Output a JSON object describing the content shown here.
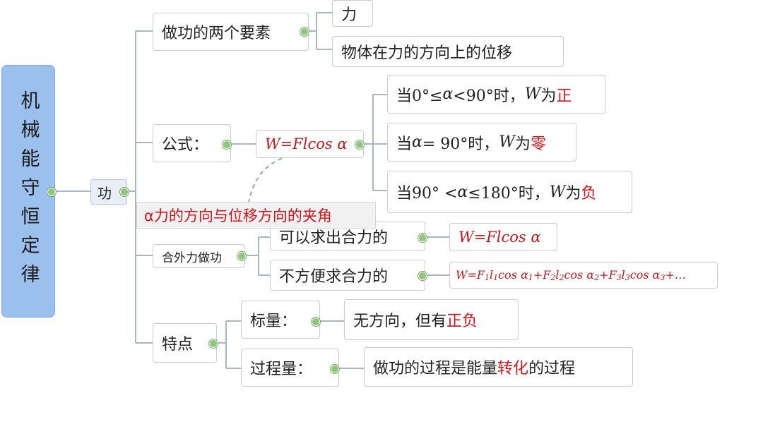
{
  "root": {
    "label": "机械能守恒定律"
  },
  "main": {
    "label": "功"
  },
  "elements": {
    "label": "做功的两个要素",
    "items": [
      "力",
      "物体在力的方向上的位移"
    ]
  },
  "formula": {
    "label": "公式：",
    "expr": "W=Flcos α",
    "cases": [
      {
        "pre": "当0°≤",
        "var": "α",
        "mid": "<90°时，",
        "w": "W",
        "wei": "为",
        "result": "正"
      },
      {
        "pre": "当",
        "var": "α",
        "mid": " = 90°时，",
        "w": "W",
        "wei": "为",
        "result": "零"
      },
      {
        "pre": "当90° < ",
        "var": "α",
        "mid": "≤180°时，",
        "w": "W",
        "wei": "为",
        "result": "负"
      }
    ],
    "note": "α力的方向与位移方向的夹角"
  },
  "total_work": {
    "label": "合外力做功",
    "items": [
      {
        "label": "可以求出合力的",
        "expr": "W=Flcos α"
      },
      {
        "label": "不方便求合力的",
        "expr_parts": [
          "W=F",
          "l",
          "cos α",
          "+F",
          "l",
          "cos α",
          "+F",
          "l",
          "cos α",
          "+…"
        ],
        "subs": [
          "1",
          "1",
          "1",
          "2",
          "2",
          "2",
          "3",
          "3",
          "3"
        ]
      }
    ]
  },
  "features": {
    "label": "特点",
    "items": [
      {
        "label": "标量：",
        "desc_prefix": "无方向，但有",
        "desc_highlight": "正负",
        "desc_suffix": ""
      },
      {
        "label": "过程量：",
        "desc_prefix": "做功的过程是能量",
        "desc_highlight": "转化",
        "desc_suffix": "的过程"
      }
    ]
  },
  "colors": {
    "root_fill": "#9cc0ee",
    "highlight": "#d4141a",
    "connector": "#a9b4c9",
    "collapse_dot": "#8fc47a"
  }
}
